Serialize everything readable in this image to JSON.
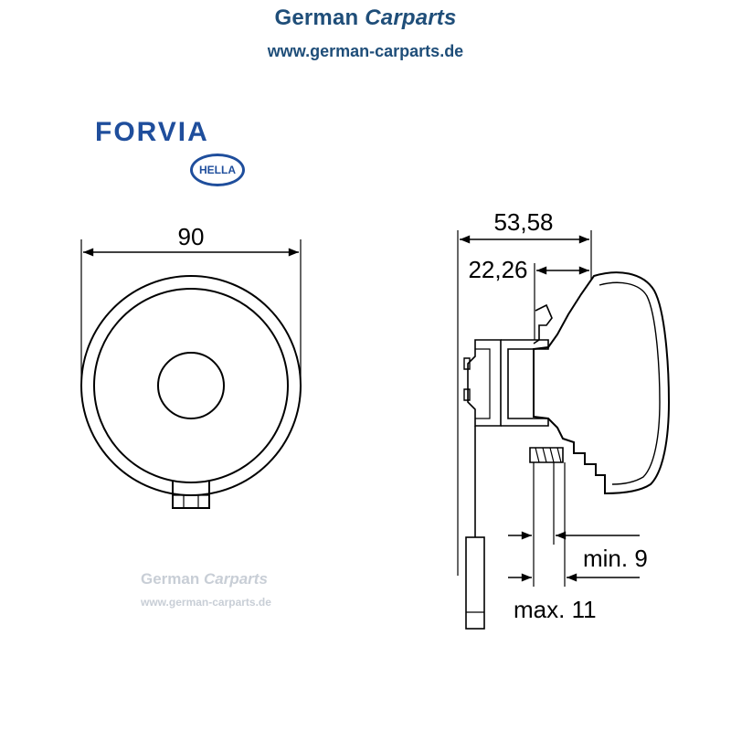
{
  "header": {
    "brand_a": "German ",
    "brand_b": "Carparts",
    "url": "www.german-carparts.de"
  },
  "logos": {
    "forvia": "FORVIA",
    "hella": "HELLA"
  },
  "watermark": {
    "brand_a": "German ",
    "brand_b": "Carparts",
    "url": "www.german-carparts.de"
  },
  "dimensions": {
    "diameter": "90",
    "depth_total": "53,58",
    "depth_partial": "22,26",
    "min_label": "min. 9",
    "max_label": "max. 11"
  },
  "colors": {
    "brand_blue": "#1f4e79",
    "logo_blue": "#1f4e9c",
    "watermark_gray": "#c8ced6",
    "line": "#000000"
  }
}
